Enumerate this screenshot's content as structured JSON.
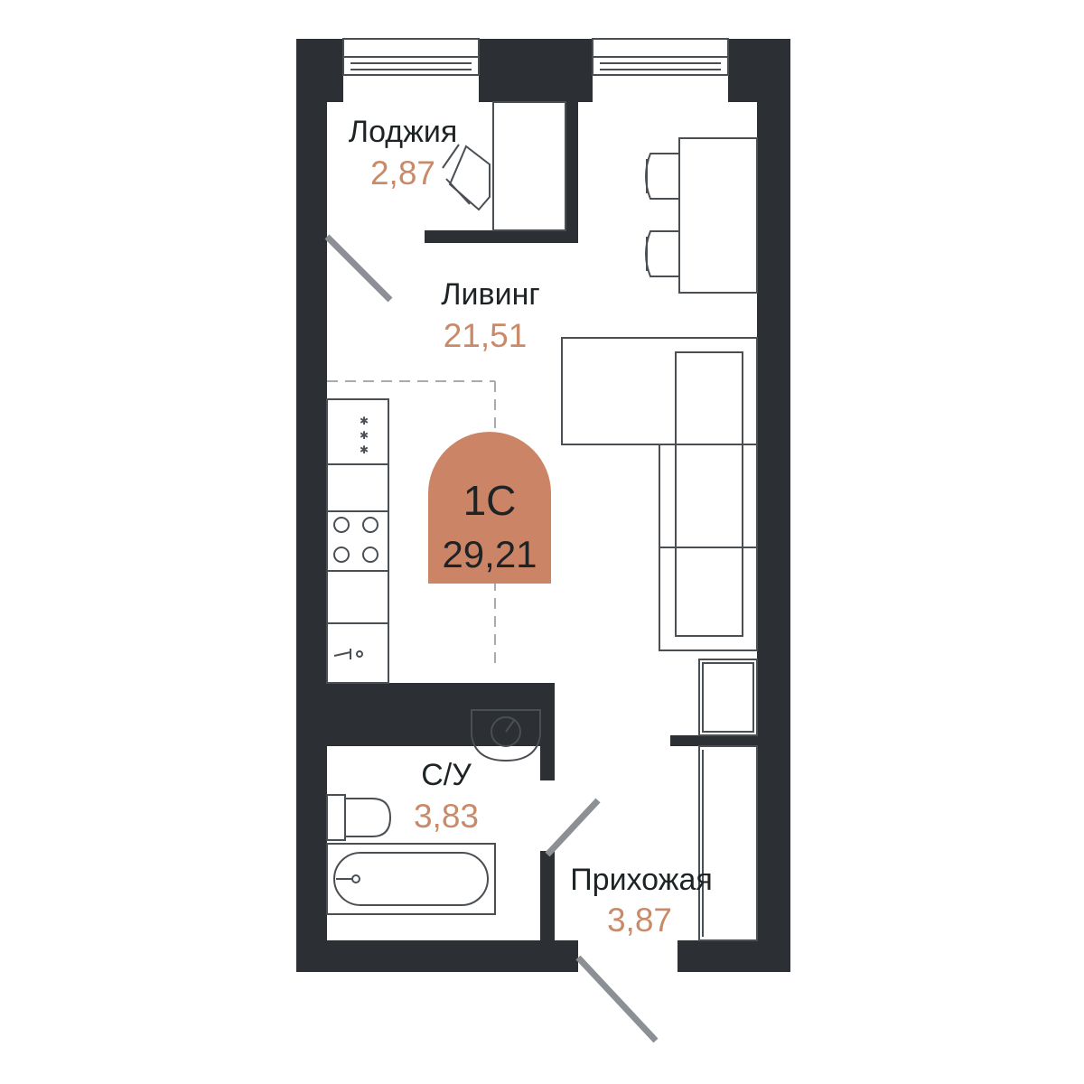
{
  "plan": {
    "apartment_type": "1С",
    "total_area": "29,21",
    "rooms": [
      {
        "id": "loggia",
        "name": "Лоджия",
        "area": "2,87"
      },
      {
        "id": "living",
        "name": "Ливинг",
        "area": "21,51"
      },
      {
        "id": "bathroom",
        "name": "С/У",
        "area": "3,83"
      },
      {
        "id": "hallway",
        "name": "Прихожая",
        "area": "3,87"
      }
    ]
  },
  "colors": {
    "wall": "#2c3034",
    "accent": "#cc8467",
    "area_text": "#c98a6a",
    "label_text": "#1e2326",
    "furniture_line": "#4a4f54",
    "dashed_line": "#a9acaf",
    "door_swing": "#8c9094"
  },
  "icons": [
    "window-icon",
    "door-icon",
    "chair-icon",
    "desk-icon",
    "dining-table-icon",
    "sofa-icon",
    "wardrobe-icon",
    "kitchen-counter-icon",
    "stove-icon",
    "sink-icon",
    "washbasin-icon",
    "toilet-icon",
    "bathtub-icon",
    "dimmer-icon"
  ]
}
